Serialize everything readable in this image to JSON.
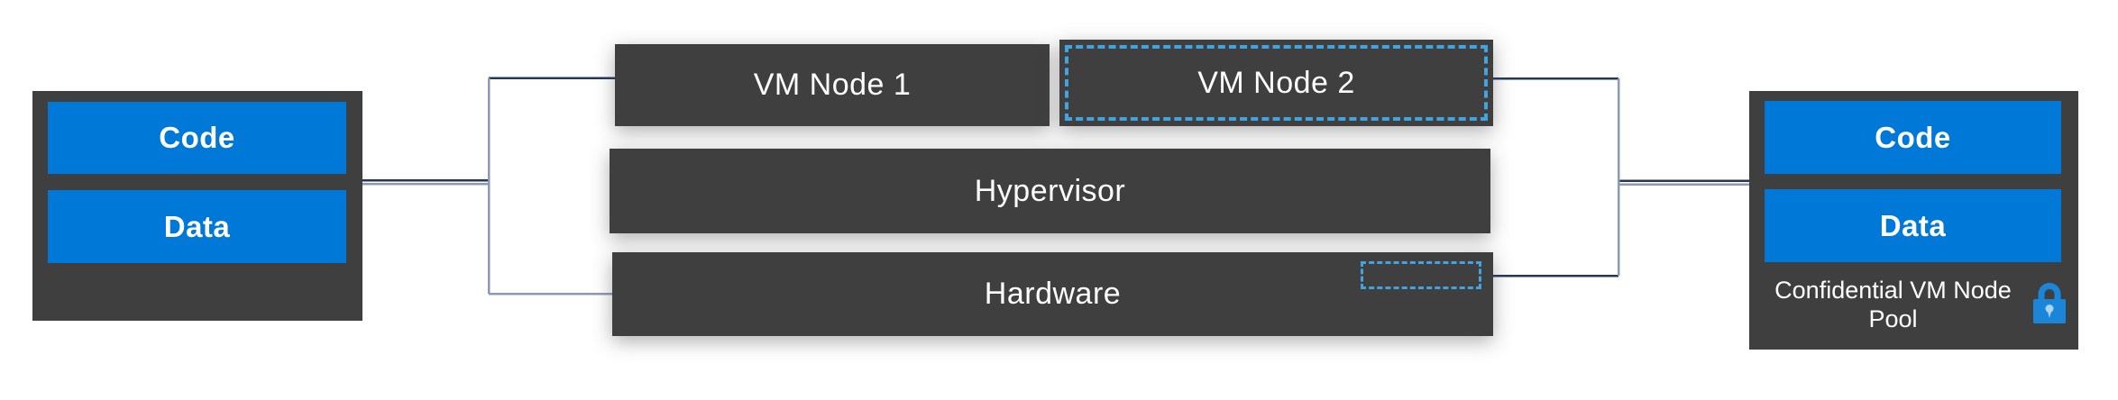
{
  "colors": {
    "box_dark": "#3F3F3F",
    "accent_blue": "#0078D7",
    "dashed_blue": "#41A3E0",
    "connector_dark": "#24365C",
    "connector_light": "#8B9AB6",
    "lock_blue": "#1B86D9",
    "lock_keyhole": "#A9D4F2",
    "label_white": "#FFFFFF"
  },
  "left_pool": {
    "code_label": "Code",
    "data_label": "Data"
  },
  "stack": {
    "vm_node_1_label": "VM Node 1",
    "vm_node_2_label": "VM Node 2",
    "hypervisor_label": "Hypervisor",
    "hardware_label": "Hardware"
  },
  "right_pool": {
    "code_label": "Code",
    "data_label": "Data",
    "caption": "Confidential VM Node Pool"
  }
}
